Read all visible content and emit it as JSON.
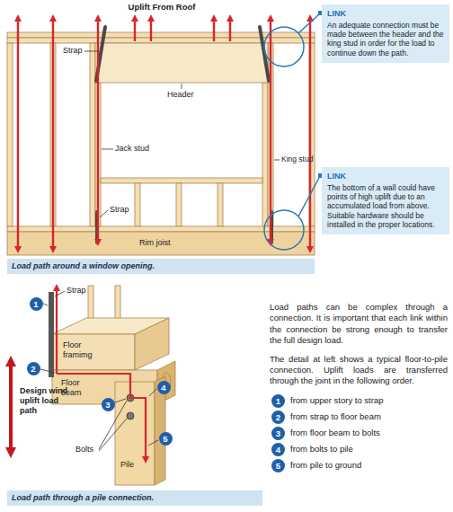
{
  "diagram": {
    "title": "Uplift From Roof",
    "nodes": [
      {
        "text": [
          "LINK",
          "An adequate connection must be made between the header and the king stud in order for the load to continue down the path."
        ]
      },
      {
        "text": [
          "LINK",
          "The bottom of a wall could have points of high uplift due to an accumulated load from above. Suitable hardware should be installed in the proper locations."
        ]
      },
      {
        "text": [
          "Load path around a window opening."
        ]
      },
      {
        "text": [
          "1"
        ]
      },
      {
        "text": [
          "2"
        ]
      },
      {
        "text": [
          "3"
        ]
      },
      {
        "text": [
          "4"
        ]
      },
      {
        "text": [
          "5"
        ]
      },
      {
        "text": [
          "1"
        ]
      },
      {
        "text": [
          "2"
        ]
      },
      {
        "text": [
          "3"
        ]
      },
      {
        "text": [
          "4"
        ]
      },
      {
        "text": [
          "5"
        ]
      },
      {
        "text": [
          "Load path through a pile connection."
        ]
      }
    ],
    "labels": [
      "Strap",
      "Header",
      "Jack stud",
      "King stud",
      "Strap",
      "Rim joist",
      "Strap",
      "Floor framimg",
      "Floor beam",
      "Bolts",
      "Pile",
      "Design wind uplift load path",
      "Load paths can be complex through a connection. It is important that each link within the connection be strong enough to transfer the full design load.",
      "The detail at left shows a typical floor-to-pile connection. Uplift loads are transferred through the joint in the following order.",
      "from upper story to strap",
      "from strap to floor beam",
      "from floor beam to bolts",
      "from bolts to pile",
      "from pile to ground"
    ]
  }
}
